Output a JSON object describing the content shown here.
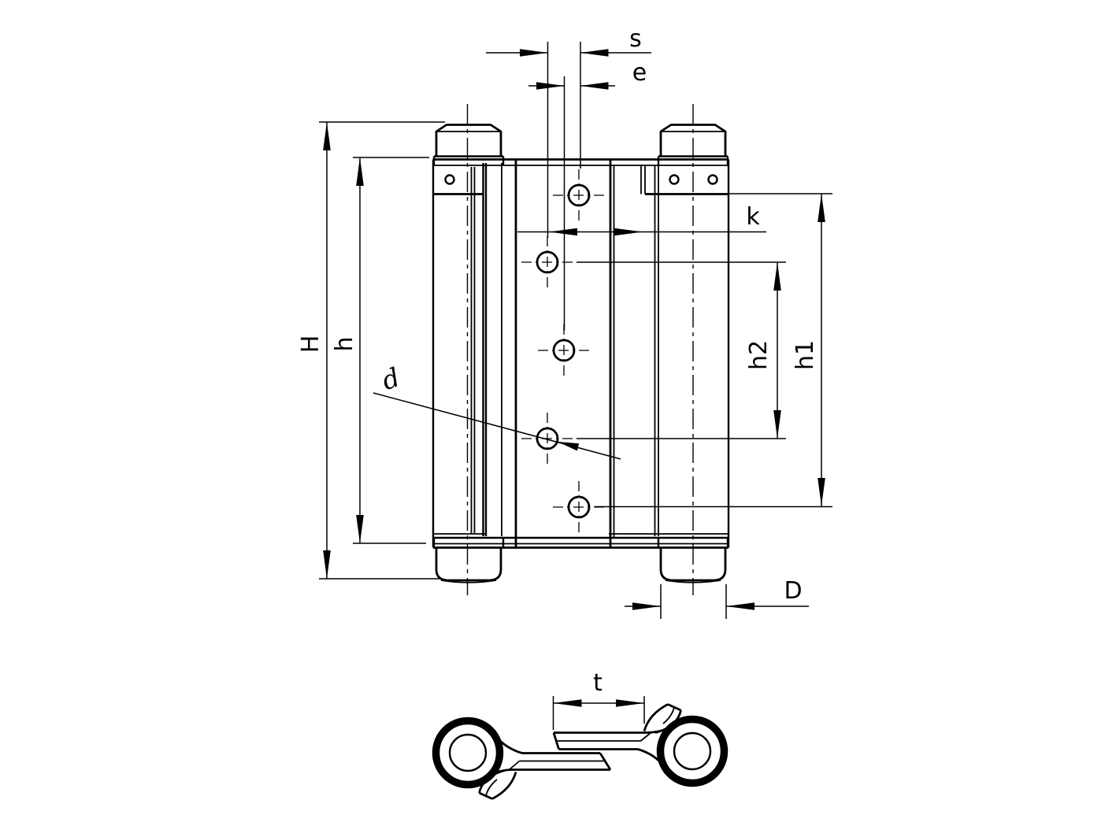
{
  "drawing": {
    "type": "technical-drawing",
    "subject": "double-action spring hinge, front view with hole pattern and horizontal cross-section view",
    "colors": {
      "ink": "#000000",
      "paper": "#ffffff"
    },
    "labels": {
      "s": "s",
      "e": "e",
      "k": "k",
      "H": "H",
      "h": "h",
      "h2": "h2",
      "h1": "h1",
      "d": "d",
      "D": "D",
      "t": "t"
    }
  }
}
